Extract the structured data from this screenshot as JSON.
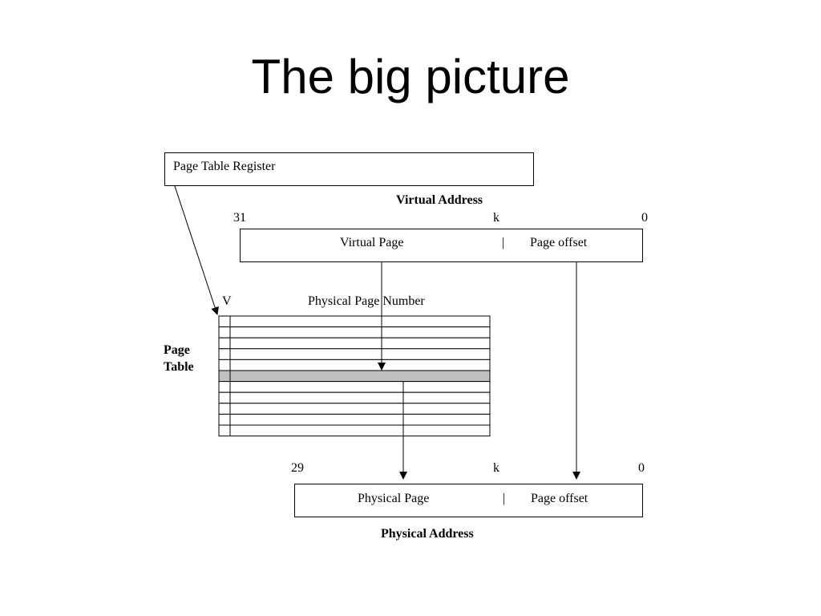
{
  "slide": {
    "title": "The big picture"
  },
  "register": {
    "label": "Page Table Register"
  },
  "virtual_address": {
    "heading": "Virtual Address",
    "bit_high": "31",
    "bit_k": "k",
    "bit_low": "0",
    "field_page": "Virtual Page",
    "separator": "|",
    "field_offset": "Page offset"
  },
  "page_table": {
    "label_line1": "Page",
    "label_line2": "Table",
    "col_valid": "V",
    "col_ppn": "Physical Page Number",
    "row_count": 11,
    "highlight_row": 5,
    "highlight_color": "#c0c0c0"
  },
  "physical_address": {
    "heading": "Physical Address",
    "bit_high": "29",
    "bit_k": "k",
    "bit_low": "0",
    "field_page": "Physical Page",
    "separator": "|",
    "field_offset": "Page offset"
  }
}
